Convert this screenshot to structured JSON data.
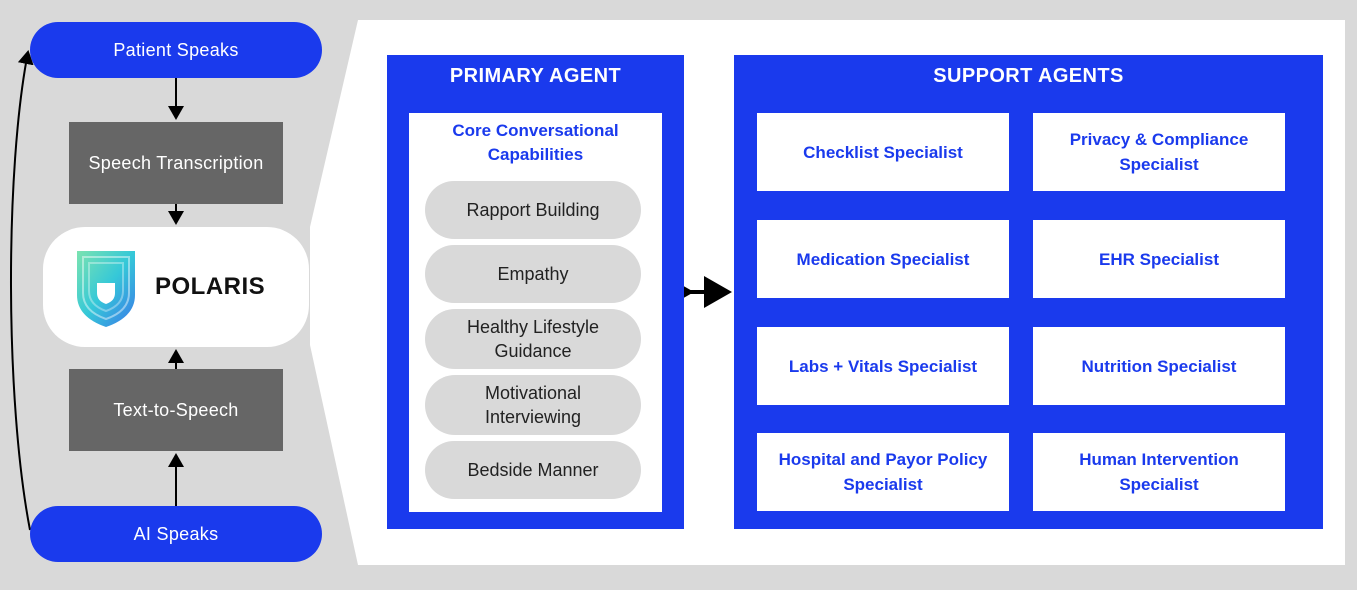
{
  "flow": {
    "patient_speaks": "Patient Speaks",
    "speech_transcription": "Speech Transcription",
    "polaris": "POLARIS",
    "text_to_speech": "Text-to-Speech",
    "ai_speaks": "AI Speaks"
  },
  "primary_agent": {
    "title": "PRIMARY AGENT",
    "core_title": "Core Conversational Capabilities",
    "capabilities": [
      "Rapport Building",
      "Empathy",
      "Healthy Lifestyle Guidance",
      "Motivational Interviewing",
      "Bedside Manner"
    ]
  },
  "support_agents": {
    "title": "SUPPORT AGENTS",
    "specialists": [
      "Checklist Specialist",
      "Privacy & Compliance Specialist",
      "Medication Specialist",
      "EHR Specialist",
      "Labs + Vitals Specialist",
      "Nutrition Specialist",
      "Hospital and Payor Policy Specialist",
      "Human Intervention Specialist"
    ]
  },
  "colors": {
    "accent_blue": "#1a3aed",
    "dark_gray": "#666666",
    "light_gray": "#d9d9d9"
  },
  "icons": {
    "logo": "polaris-logo-icon"
  }
}
